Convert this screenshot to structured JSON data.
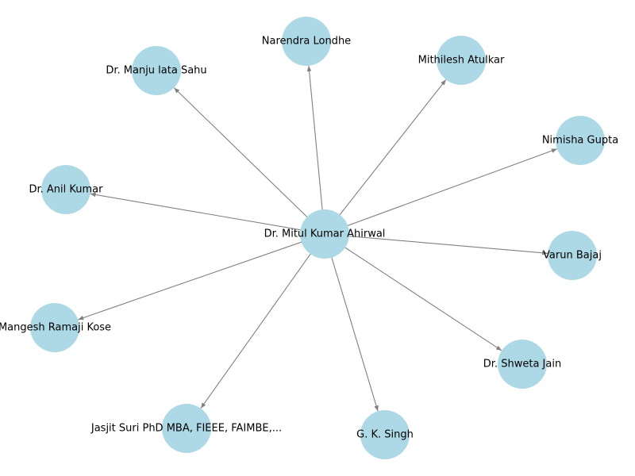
{
  "graph": {
    "center": {
      "id": "mitul",
      "label": "Dr. Mitul Kumar Ahirwal"
    },
    "nodes": [
      {
        "id": "narendra",
        "label": "Narendra Londhe"
      },
      {
        "id": "mithilesh",
        "label": "Mithilesh Atulkar"
      },
      {
        "id": "manju",
        "label": "Dr. Manju lata Sahu"
      },
      {
        "id": "nimisha",
        "label": "Nimisha Gupta"
      },
      {
        "id": "anil",
        "label": "Dr. Anil Kumar"
      },
      {
        "id": "varun",
        "label": "Varun Bajaj"
      },
      {
        "id": "mangesh",
        "label": "Mangesh Ramaji  Kose"
      },
      {
        "id": "shweta",
        "label": "Dr. Shweta Jain"
      },
      {
        "id": "jasjit",
        "label": "Jasjit Suri PhD MBA, FIEEE, FAIMBE,..."
      },
      {
        "id": "gksingh",
        "label": "G. K. Singh"
      }
    ],
    "edges": [
      {
        "source": "mitul",
        "target": "narendra"
      },
      {
        "source": "mitul",
        "target": "mithilesh"
      },
      {
        "source": "mitul",
        "target": "manju"
      },
      {
        "source": "mitul",
        "target": "nimisha"
      },
      {
        "source": "mitul",
        "target": "anil"
      },
      {
        "source": "mitul",
        "target": "varun"
      },
      {
        "source": "mitul",
        "target": "mangesh"
      },
      {
        "source": "mitul",
        "target": "shweta"
      },
      {
        "source": "mitul",
        "target": "jasjit"
      },
      {
        "source": "mitul",
        "target": "gksingh"
      }
    ],
    "colors": {
      "node": "#add8e6",
      "edge": "#808080",
      "label": "#000000"
    }
  }
}
